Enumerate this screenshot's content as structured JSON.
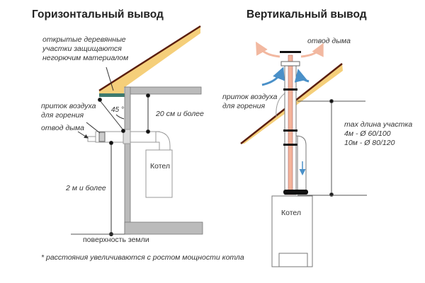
{
  "horizontal": {
    "title": "Горизонтальный вывод",
    "note_wood": [
      "открытые деревянные",
      "участки защищаются",
      "негорючим материалом"
    ],
    "air_intake": [
      "приток воздуха",
      "для горения"
    ],
    "smoke_exhaust": "отвод дыма",
    "angle": "45 °",
    "clearance_top": "20 см и более",
    "boiler": "Котел",
    "height_min": "2 м и более",
    "ground": "поверхность земли"
  },
  "vertical": {
    "title": "Вертикальный вывод",
    "smoke_exhaust": "отвод дыма",
    "air_intake": [
      "приток воздуха",
      "для горения"
    ],
    "max_length": [
      "max длина участка",
      "4м - Ø 60/100",
      "10м - Ø 80/120"
    ],
    "boiler": "Котел"
  },
  "footnote": "* расстояния увеличиваются с ростом мощности котла",
  "colors": {
    "roof": "#f5cf7a",
    "roof_edge": "#5a1e0e",
    "wall": "#bbbbbb",
    "flue": "#f4b39a",
    "air_arrow": "#4a90c8",
    "smoke_arrow": "#f2b8a0",
    "insulation": "#3e7a6e"
  }
}
